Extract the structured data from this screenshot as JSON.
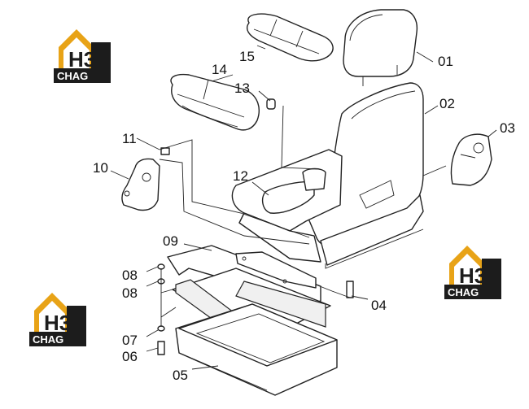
{
  "labels": {
    "l01": "01",
    "l02": "02",
    "l03": "03",
    "l04": "04",
    "l05": "05",
    "l06": "06",
    "l07": "07",
    "l08a": "08",
    "l08b": "08",
    "l09": "09",
    "l10": "10",
    "l11": "11",
    "l12": "12",
    "l13": "13",
    "l14": "14",
    "l15": "15"
  },
  "logo": {
    "mark": "H3",
    "brand": "CHAG"
  },
  "colors": {
    "logo_gold": "#e8a317",
    "logo_dark": "#1c1c1c",
    "line": "#222222"
  }
}
